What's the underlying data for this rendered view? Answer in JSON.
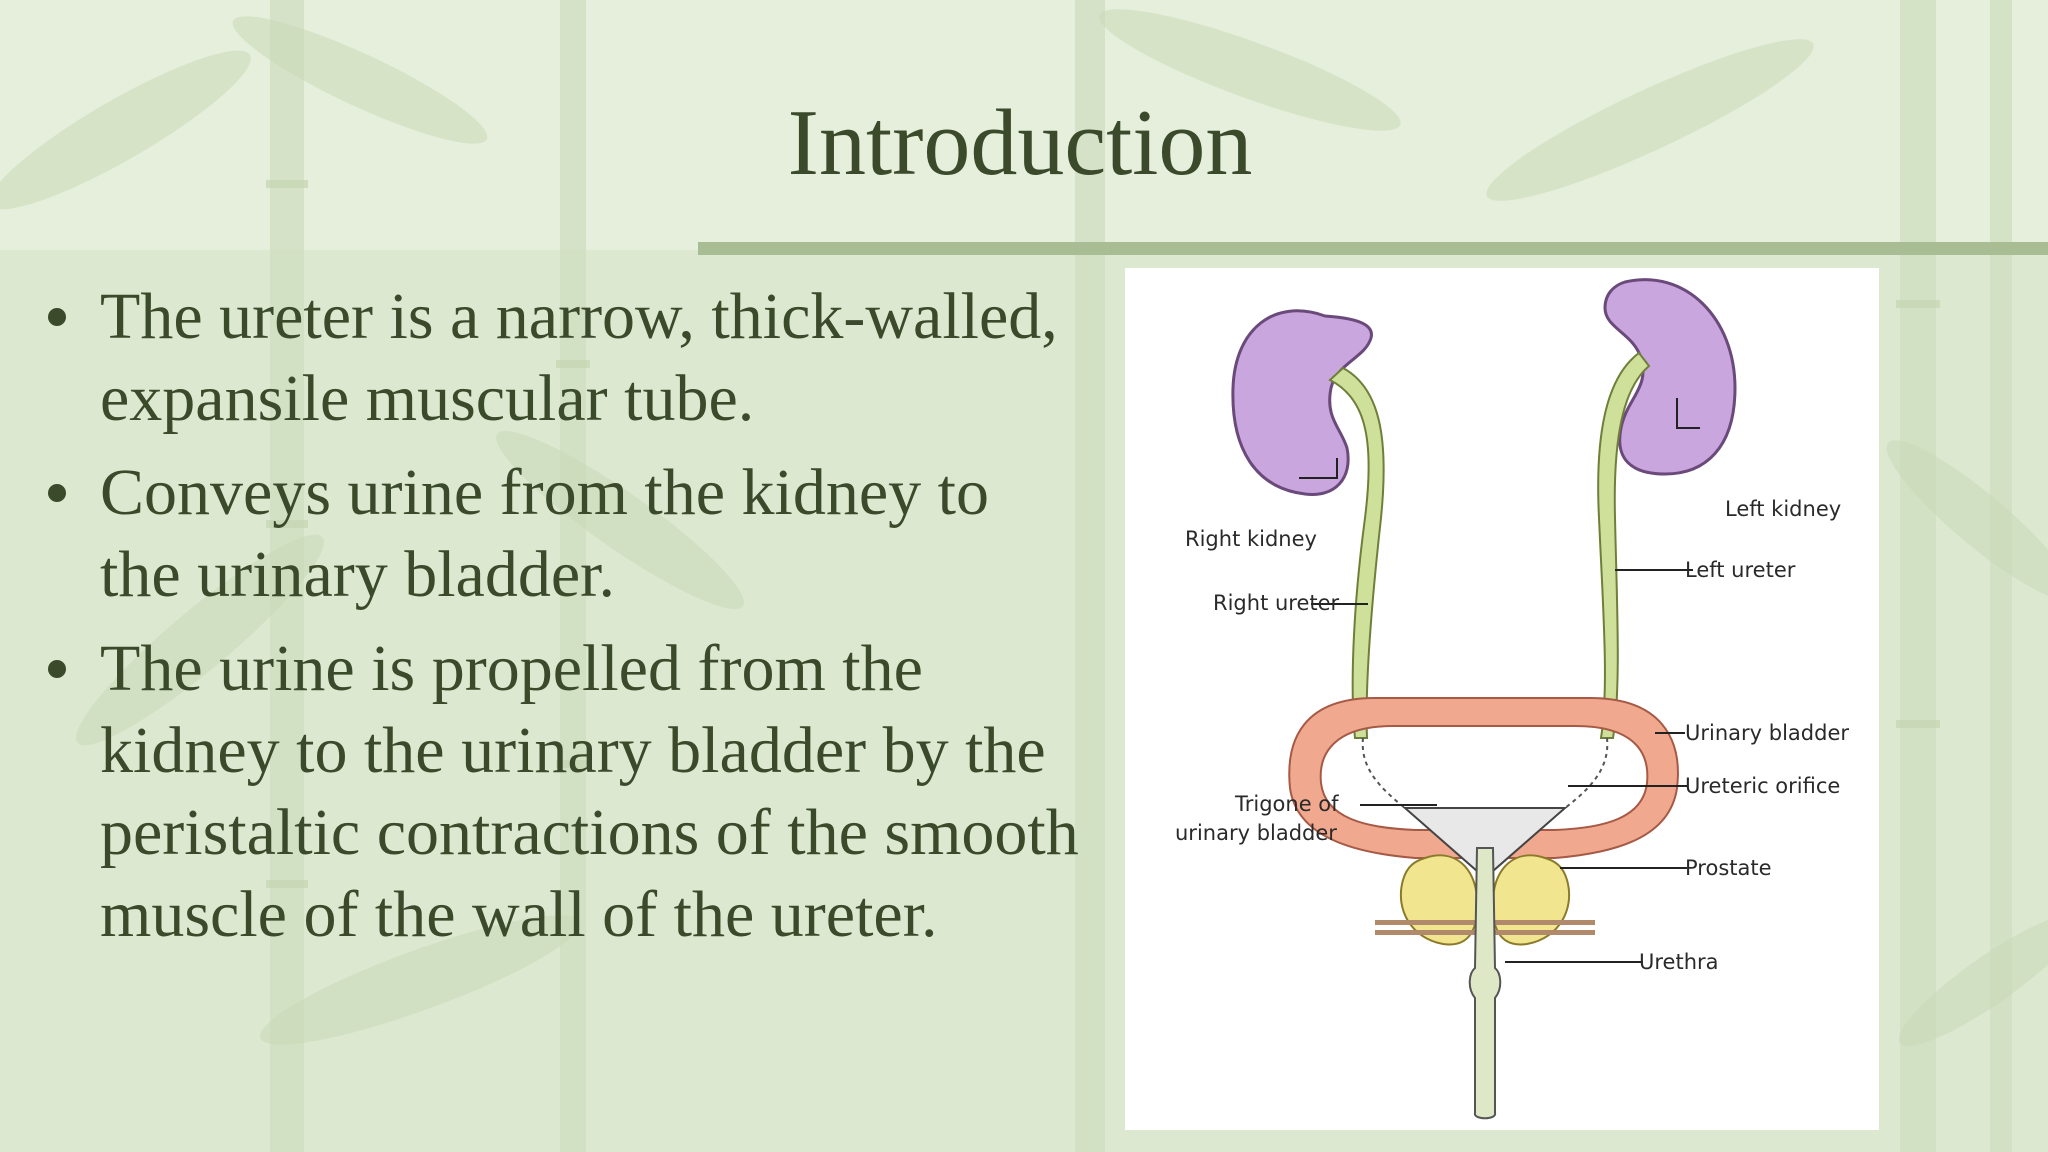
{
  "slide": {
    "title": "Introduction",
    "bullets": [
      "The ureter is a narrow, thick-walled, expansile muscular tube.",
      "Conveys urine from the kidney to the urinary bladder.",
      "The urine is propelled from the kidney to the urinary bladder by the peristaltic contractions of the smooth muscle of the wall of the ureter."
    ]
  },
  "figure": {
    "labels": {
      "right_kidney": "Right kidney",
      "right_ureter": "Right ureter",
      "trigone_line1": "Trigone of",
      "trigone_line2": "urinary bladder",
      "left_kidney": "Left kidney",
      "left_ureter": "Left ureter",
      "urinary_bladder": "Urinary bladder",
      "ureteric_orifice": "Ureteric orifice",
      "prostate": "Prostate",
      "urethra": "Urethra"
    },
    "colors": {
      "kidney": "#c9a6dd",
      "ureter": "#cfe09a",
      "bladder": "#f0a98f",
      "prostate": "#f1e58f"
    }
  },
  "theme": {
    "background": "#dbe8cf",
    "text": "#3b4a2b",
    "accent_rule": "#a9bd95"
  }
}
